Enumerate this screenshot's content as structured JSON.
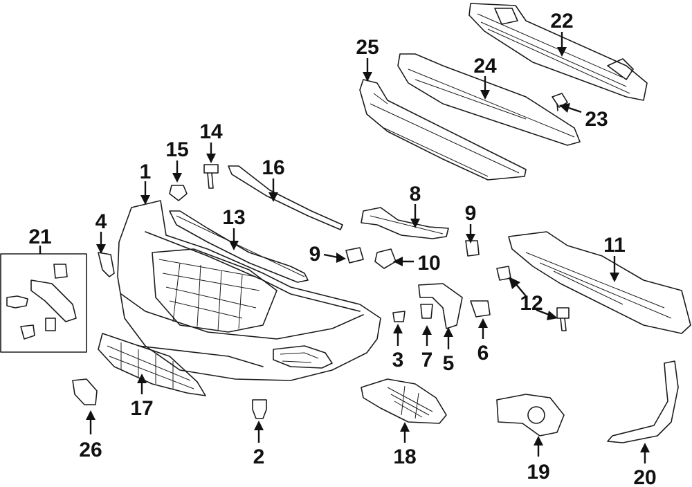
{
  "diagram": {
    "callouts": [
      {
        "id": "1",
        "text": "1"
      },
      {
        "id": "2",
        "text": "2"
      },
      {
        "id": "3",
        "text": "3"
      },
      {
        "id": "4",
        "text": "4"
      },
      {
        "id": "5",
        "text": "5"
      },
      {
        "id": "6",
        "text": "6"
      },
      {
        "id": "7",
        "text": "7"
      },
      {
        "id": "8",
        "text": "8"
      },
      {
        "id": "9a",
        "text": "9"
      },
      {
        "id": "9b",
        "text": "9"
      },
      {
        "id": "10",
        "text": "10"
      },
      {
        "id": "11",
        "text": "11"
      },
      {
        "id": "12",
        "text": "12"
      },
      {
        "id": "13",
        "text": "13"
      },
      {
        "id": "14",
        "text": "14"
      },
      {
        "id": "15",
        "text": "15"
      },
      {
        "id": "16",
        "text": "16"
      },
      {
        "id": "17",
        "text": "17"
      },
      {
        "id": "18",
        "text": "18"
      },
      {
        "id": "19",
        "text": "19"
      },
      {
        "id": "20",
        "text": "20"
      },
      {
        "id": "21",
        "text": "21"
      },
      {
        "id": "22",
        "text": "22"
      },
      {
        "id": "23",
        "text": "23"
      },
      {
        "id": "24",
        "text": "24"
      },
      {
        "id": "25",
        "text": "25"
      },
      {
        "id": "26",
        "text": "26"
      }
    ]
  }
}
